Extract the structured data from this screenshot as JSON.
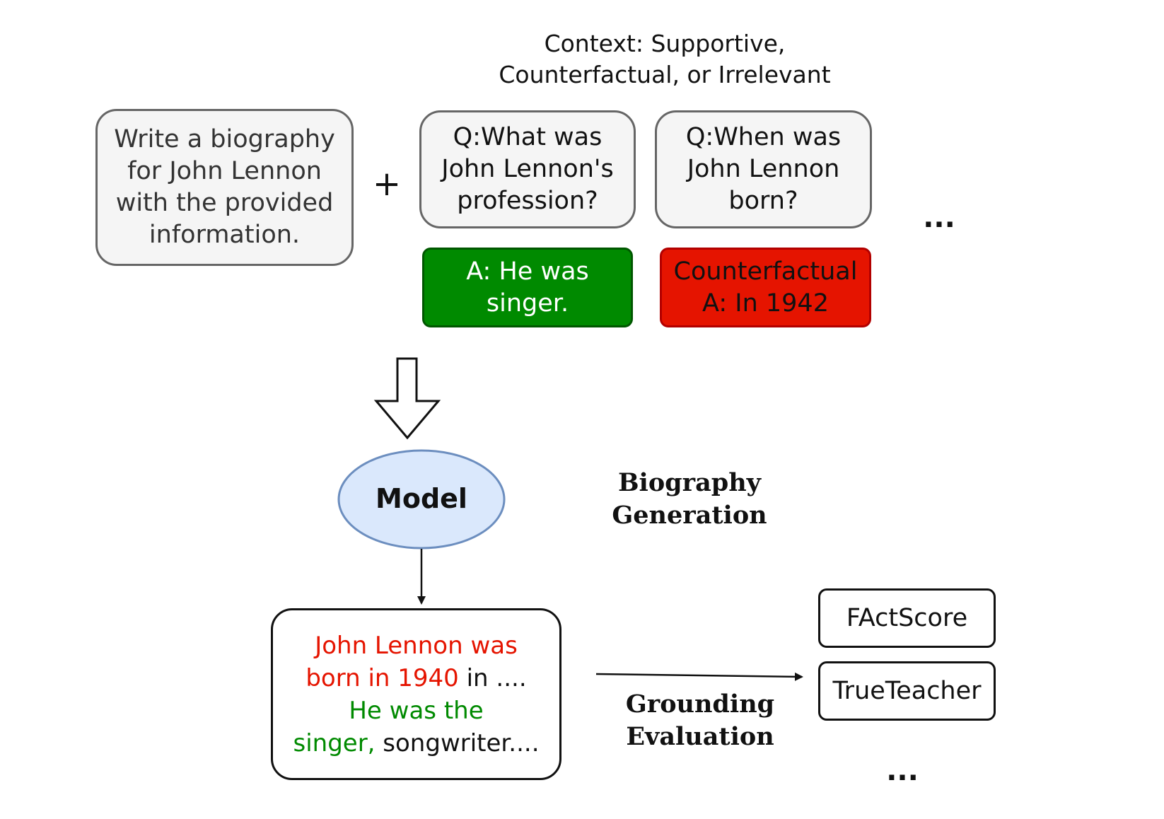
{
  "context_caption": {
    "line1": "Context: Supportive,",
    "line2": "Counterfactual, or Irrelevant"
  },
  "instruction": {
    "line1": "Write a biography",
    "line2": "for John Lennon",
    "line3": "with the provided",
    "line4": "information."
  },
  "plus_sign": "+",
  "question_1": {
    "line1": "Q:What was",
    "line2": "John Lennon's",
    "line3": "profession?"
  },
  "question_2": {
    "line1": "Q:When was",
    "line2": "John Lennon",
    "line3": "born?"
  },
  "answer_1": {
    "line1": "A: He was",
    "line2": "singer."
  },
  "answer_2": {
    "line1": "Counterfactual",
    "line2": "A: In 1942"
  },
  "context_more": "...",
  "model_label": "Model",
  "stage_1": {
    "line1": "Biography",
    "line2": "Generation"
  },
  "output": {
    "red_1": "John Lennon was",
    "red_2": "born in 1940",
    "black_2": " in ....",
    "green_3": "He was the",
    "green_4": "singer,",
    "black_4": " songwriter...."
  },
  "stage_2": {
    "line1": "Grounding",
    "line2": "Evaluation"
  },
  "metrics": [
    "FActScore",
    "TrueTeacher"
  ],
  "metrics_more": "...",
  "colors": {
    "supportive": "#008a00",
    "counterfactual": "#e51400",
    "model_fill": "#dae8fc",
    "model_stroke": "#6c8ebf",
    "box_fill": "#f5f5f5",
    "box_stroke": "#666666"
  }
}
